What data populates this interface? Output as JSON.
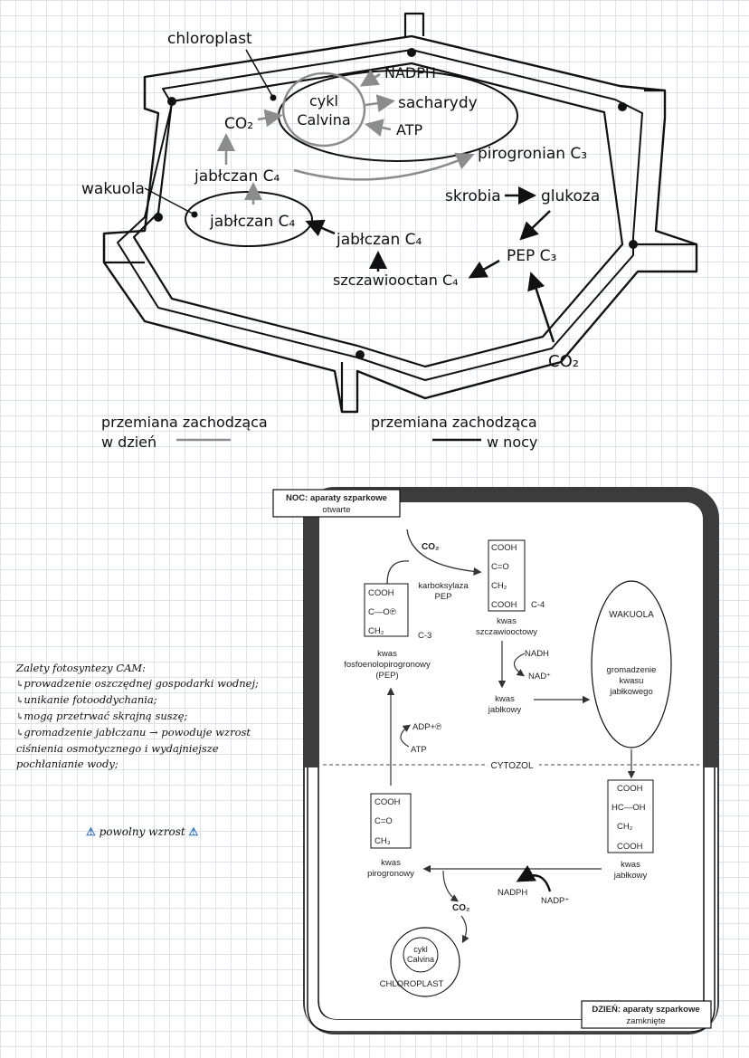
{
  "top_diagram": {
    "labels": {
      "chloroplast": "chloroplast",
      "nadph": "NADPH",
      "cycle_line1": "cykl",
      "cycle_line2": "Calvina",
      "sugars": "sacharydy",
      "atp": "ATP",
      "co2_left": "CO₂",
      "malate_cyto": "jabłczan C₄",
      "pyruvate": "pirogronian C₃",
      "vacuole": "wakuola",
      "starch": "skrobia",
      "glucose": "glukoza",
      "malate_vac": "jabłczan C₄",
      "malate_mid": "jabłczan C₄",
      "pep": "PEP C₃",
      "oxaloacetate": "szczawiooctan C₄",
      "co2_right": "CO₂"
    },
    "legend": {
      "day_line1": "przemiana zachodząca",
      "day_line2": "w dzień",
      "night_line1": "przemiana zachodząca",
      "night_line2": "w nocy"
    },
    "colors": {
      "day": "#8c8c8c",
      "night": "#111111"
    }
  },
  "bottom_diagram": {
    "night_box": "NOC: aparaty szparkowe otwarte",
    "night_box_l1": "NOC: aparaty szparkowe",
    "night_box_l2": "otwarte",
    "day_box_l1": "DZIEŃ: aparaty szparkowe",
    "day_box_l2": "zamknięte",
    "co2_top": "CO₂",
    "pepc_l1": "karboksylaza",
    "pepc_l2": "PEP",
    "pep_formula": [
      "COOH",
      "C—O℗",
      "CH₂"
    ],
    "pep_c": "C-3",
    "pep_name": [
      "kwas",
      "fosfoenolopirogronowy",
      "(PEP)"
    ],
    "oaa_formula": [
      "COOH",
      "C=O",
      "CH₂",
      "COOH"
    ],
    "oaa_c": "C-4",
    "oaa_name": [
      "kwas",
      "szczawiooctowy"
    ],
    "nadh": "NADH",
    "nad": "NAD⁺",
    "malic_name": [
      "kwas",
      "jabłkowy"
    ],
    "wakuola": "WAKUOLA",
    "wakuola_note": [
      "gromadzenie",
      "kwasu",
      "jabłkowego"
    ],
    "adp": "ADP+℗",
    "atp": "ATP",
    "cytozol": "CYTOZOL",
    "malate_formula": [
      "COOH",
      "HC—OH",
      "CH₂",
      "COOH"
    ],
    "malate_name": [
      "kwas",
      "jabłkowy"
    ],
    "pyr_formula": [
      "COOH",
      "C=O",
      "CH₃"
    ],
    "pyr_name": [
      "kwas",
      "pirogronowy"
    ],
    "nadph": "NADPH",
    "nadp": "NADP⁺",
    "co2_bottom": "CO₂",
    "cycle": [
      "cykl",
      "Calvina"
    ],
    "chloroplast": "CHLOROPLAST"
  },
  "notes": {
    "title": "Zalety fotosyntezy CAM:",
    "items": [
      "prowadzenie oszczędnej gospodarki wodnej;",
      "unikanie fotooddychania;",
      "mogą przetrwać skrajną suszę;",
      "gromadzenie jabłczanu → powoduje wzrost"
    ],
    "continuation": [
      "ciśnienia osmotycznego i wydajniejsze",
      "pochłanianie wody;"
    ],
    "slow_growth": "powolny wzrost"
  }
}
